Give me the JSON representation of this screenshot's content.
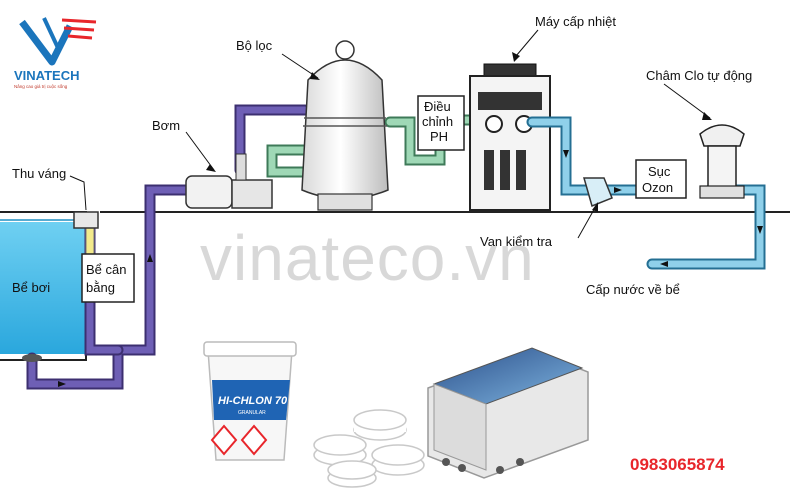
{
  "brand": {
    "name": "VINATECH",
    "tagline": "Nâng cao giá trị cuộc sống",
    "colors": {
      "blue": "#1b75bc",
      "red": "#e8262b"
    }
  },
  "watermark": "vinateco.vn",
  "phone": "0983065874",
  "labels": {
    "skimmer": "Thu váng",
    "pool": "Bể bơi",
    "balance_tank": [
      "Bể cân",
      "bằng"
    ],
    "pump": "Bơm",
    "filter": "Bộ lọc",
    "ph_control": [
      "Điều",
      "chỉnh",
      "PH"
    ],
    "heater": "Máy cấp nhiệt",
    "chlorinator": "Châm Clo tự động",
    "ozone": [
      "Sục",
      "Ozon"
    ],
    "check_valve": "Van kiểm tra",
    "return": "Cấp nước về bể"
  },
  "products": {
    "bucket_brand": "HI-CHLON 70",
    "bucket_sub": "GRANULAR"
  },
  "colors": {
    "pipe_purple": "#6e5fb5",
    "pipe_green": "#9fd8b6",
    "pipe_blue": "#8fd0ea",
    "pipe_yellow": "#f3ea8c",
    "pool_water": "#5fc4ea"
  }
}
